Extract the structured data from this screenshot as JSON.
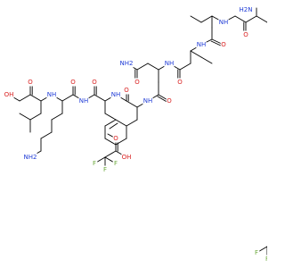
{
  "labels": {
    "N": "N",
    "NH": "NH",
    "H": "H",
    "H2N": "H2N",
    "NH2": "NH2",
    "O": "O",
    "OH": "OH",
    "HO": "HO",
    "F": "F"
  },
  "colors": {
    "bond": "#000000",
    "N": "#1f3bd6",
    "O": "#d92222",
    "F": "#6aa83a"
  }
}
